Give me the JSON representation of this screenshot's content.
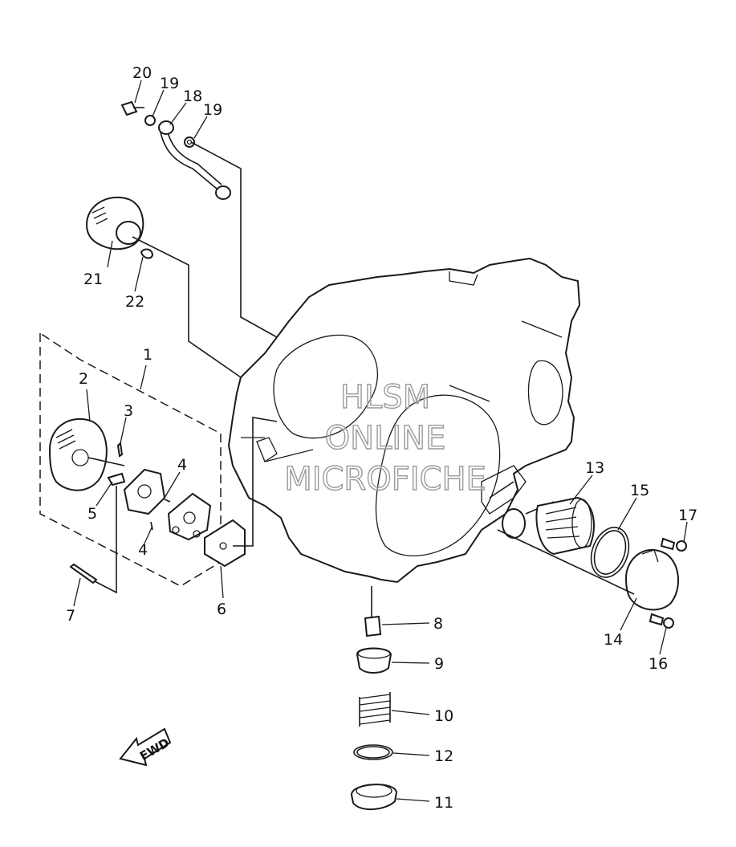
{
  "watermark": {
    "lines": [
      "HLSM",
      "ONLINE",
      "MICROFICHE"
    ]
  },
  "fwd_marker": {
    "label": "FWD"
  },
  "callouts": [
    {
      "id": "20",
      "text": "20"
    },
    {
      "id": "19a",
      "text": "19"
    },
    {
      "id": "18",
      "text": "18"
    },
    {
      "id": "19b",
      "text": "19"
    },
    {
      "id": "21",
      "text": "21"
    },
    {
      "id": "22",
      "text": "22"
    },
    {
      "id": "1",
      "text": "1"
    },
    {
      "id": "2",
      "text": "2"
    },
    {
      "id": "3",
      "text": "3"
    },
    {
      "id": "4a",
      "text": "4"
    },
    {
      "id": "5",
      "text": "5"
    },
    {
      "id": "4b",
      "text": "4"
    },
    {
      "id": "6",
      "text": "6"
    },
    {
      "id": "7",
      "text": "7"
    },
    {
      "id": "8",
      "text": "8"
    },
    {
      "id": "9",
      "text": "9"
    },
    {
      "id": "10",
      "text": "10"
    },
    {
      "id": "12",
      "text": "12"
    },
    {
      "id": "11",
      "text": "11"
    },
    {
      "id": "13",
      "text": "13"
    },
    {
      "id": "15",
      "text": "15"
    },
    {
      "id": "17",
      "text": "17"
    },
    {
      "id": "14",
      "text": "14"
    },
    {
      "id": "16",
      "text": "16"
    }
  ]
}
